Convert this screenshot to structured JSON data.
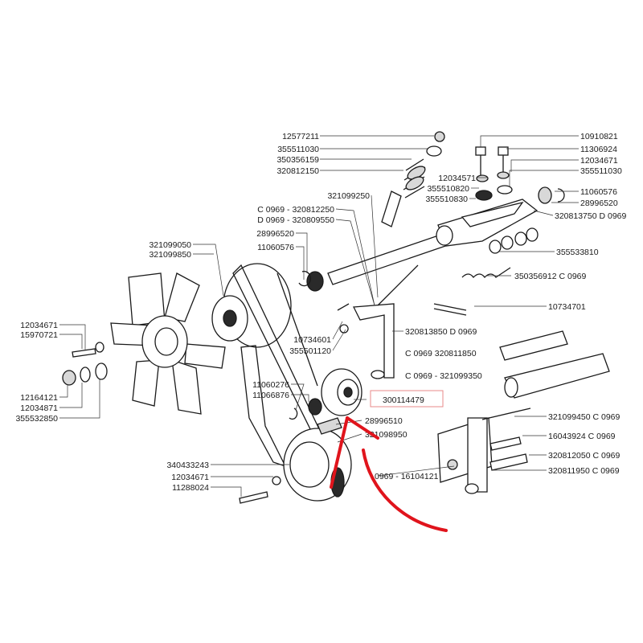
{
  "labels": {
    "l_12577211": "12577211",
    "l_355511030_a": "355511030",
    "l_350356159": "350356159",
    "l_320812150": "320812150",
    "l_10910821": "10910821",
    "l_11306924": "11306924",
    "l_12034671_a": "12034671",
    "l_12034571": "12034571",
    "l_355511030_b": "355511030",
    "l_355510820": "355510820",
    "l_355510830": "355510830",
    "l_11060576_a": "11060576",
    "l_28996520_a": "28996520",
    "l_321099250": "321099250",
    "l_320812250": "C 0969 - 320812250",
    "l_320809550": "D 0969 - 320809550",
    "l_320813750": "320813750 D 0969",
    "l_28996520_b": "28996520",
    "l_11060576_b": "11060576",
    "l_321099050": "321099050",
    "l_321099850": "321099850",
    "l_355533810": "355533810",
    "l_350356912": "350356912 C 0969",
    "l_10734701": "10734701",
    "l_12034671_b": "12034671",
    "l_15970721": "15970721",
    "l_10734601": "10734601",
    "l_355501120": "355501120",
    "l_320813850": "320813850 D 0969",
    "l_320811850": "C 0969   320811850",
    "l_321099350": "C 0969 - 321099350",
    "l_12164121": "12164121",
    "l_12034871": "12034871",
    "l_355532850": "355532850",
    "l_11060276": "11060276",
    "l_11066876": "11066876",
    "l_300114479": "300114479",
    "l_28996510": "28996510",
    "l_321098950": "321098950",
    "l_321099450": "321099450 C 0969",
    "l_16043924": "16043924 C 0969",
    "l_320812050": "320812050 C 0969",
    "l_320811950": "320811950 C 0969",
    "l_340433243": "340433243",
    "l_12034671_c": "12034671",
    "l_11288024": "11288024",
    "l_16104121": "0969 - 16104121"
  },
  "colors": {
    "highlight_box": "#e88a8a",
    "arrow": "#e0141c",
    "line": "#1a1a1a"
  },
  "highlighted_part": "300114479"
}
